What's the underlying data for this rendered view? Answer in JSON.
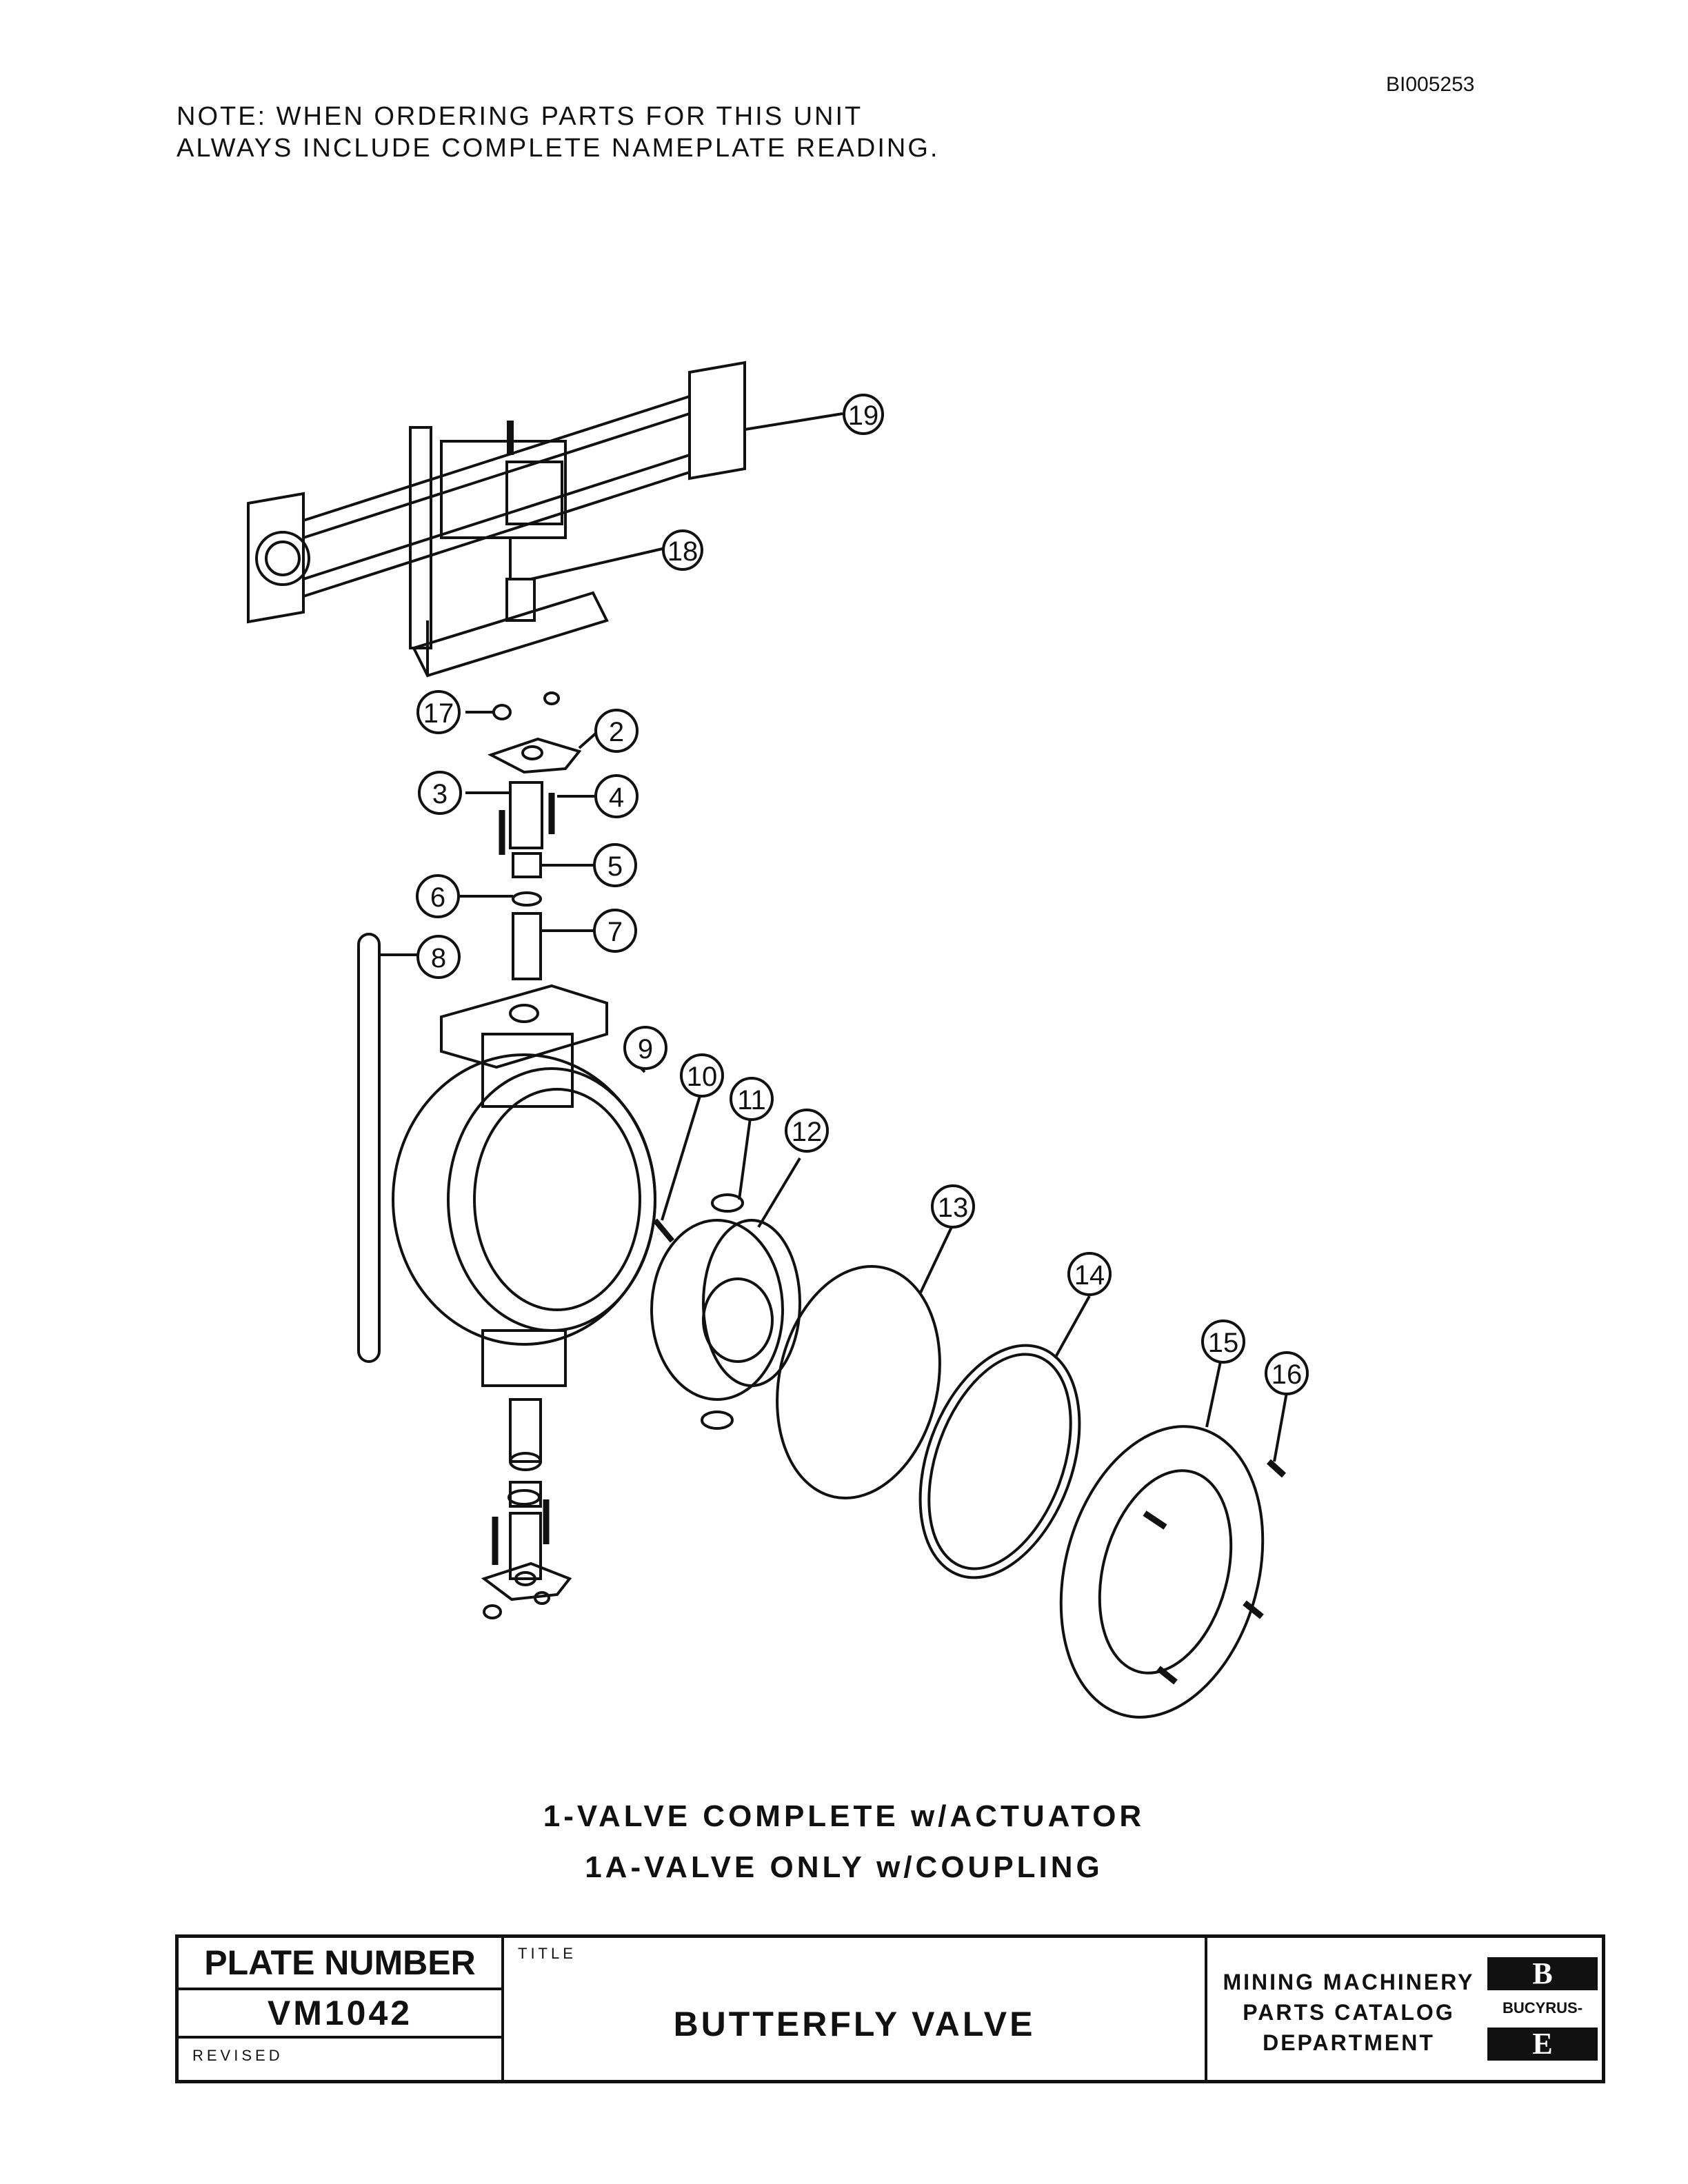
{
  "header": {
    "doc_id": "BI005253",
    "note_lines": [
      "NOTE:  WHEN ORDERING PARTS FOR THIS UNIT",
      "ALWAYS INCLUDE COMPLETE NAMEPLATE READING."
    ]
  },
  "callouts": [
    "19",
    "18",
    "17",
    "2",
    "3",
    "4",
    "5",
    "6",
    "7",
    "8",
    "9",
    "10",
    "11",
    "12",
    "13",
    "14",
    "15",
    "16"
  ],
  "captions": {
    "line1": "1-VALVE COMPLETE w/ACTUATOR",
    "line2": "1A-VALVE ONLY w/COUPLING"
  },
  "title_block": {
    "plate_label": "PLATE NUMBER",
    "plate_number": "VM1042",
    "revised_label": "REVISED",
    "title_label": "TITLE",
    "title": "BUTTERFLY VALVE",
    "department_lines": [
      "MINING MACHINERY",
      "PARTS CATALOG",
      "DEPARTMENT"
    ],
    "logo": {
      "top_letter": "B",
      "bottom_letter": "E",
      "name": "BUCYRUS-ERIE"
    }
  }
}
